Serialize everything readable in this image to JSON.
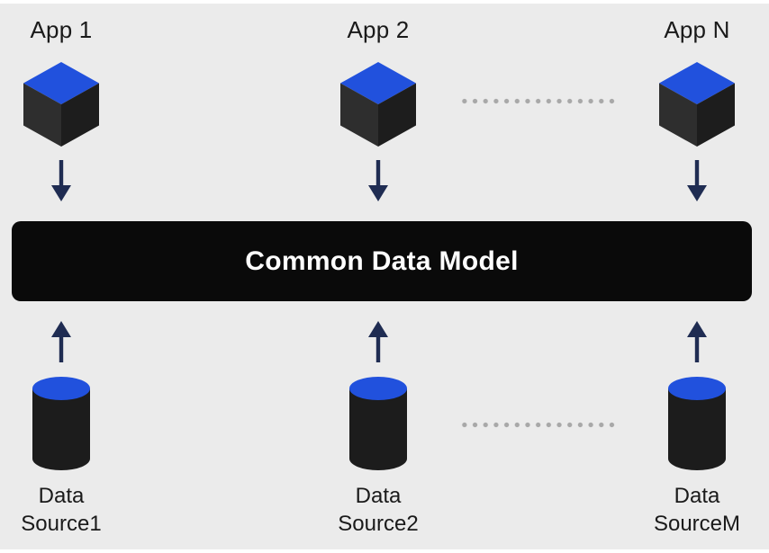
{
  "apps": [
    {
      "label": "App 1"
    },
    {
      "label": "App 2"
    },
    {
      "label": "App N"
    }
  ],
  "bar": {
    "label": "Common Data Model"
  },
  "sources": [
    {
      "label": "Data Source1"
    },
    {
      "label": "Data Source2"
    },
    {
      "label": "Data SourceM"
    }
  ],
  "icons": {
    "app_icon": "cube-icon",
    "source_icon": "database-cylinder-icon",
    "down_arrow": "arrow-down-icon",
    "up_arrow": "arrow-up-icon",
    "separator": "dotted-ellipsis-line"
  },
  "colors": {
    "background": "#ebebeb",
    "accent_blue": "#2151dd",
    "cube_left_face": "#2e2e2e",
    "cube_right_face": "#1d1d1d",
    "cylinder_body": "#1c1c1c",
    "arrow_navy": "#1f2c52",
    "bar_background": "#0a0a0a",
    "bar_text": "#ffffff",
    "dots_gray": "#a8a8a8",
    "label_text": "#1a1a1a"
  }
}
